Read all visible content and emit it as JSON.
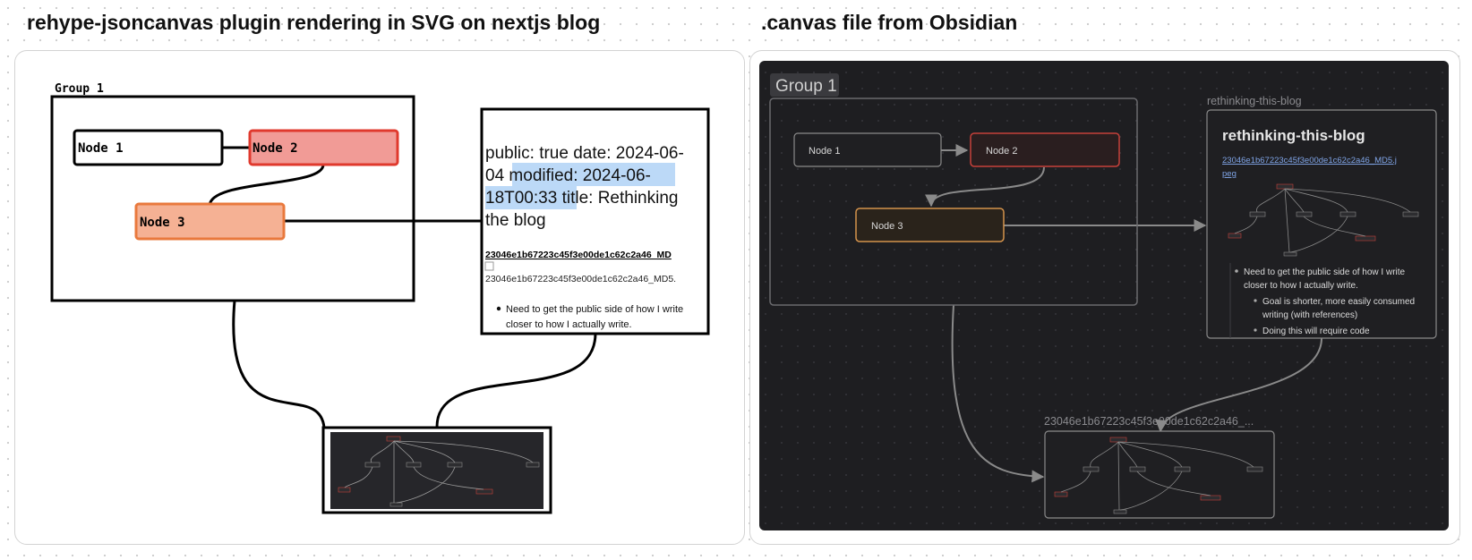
{
  "headings": {
    "left": "rehype-jsoncanvas plugin rendering in SVG on nextjs blog",
    "right": ".canvas file from Obsidian"
  },
  "left_diagram": {
    "group_label": "Group 1",
    "node1": "Node 1",
    "node2": "Node 2",
    "node3": "Node 3",
    "note": {
      "line1": "public: true date: 2024-06-",
      "line2_plain": "04 ",
      "line2_hl": "modified: 2024-06-",
      "line3_hl": "18T00:33 ti",
      "line3_plain": "tle: Rethinking",
      "line4": "the blog",
      "link": "23046e1b67223c45f3e00de1c62c2a46_MD",
      "img_alt": "23046e1b67223c45f3e00de1c62c2a46_MD5.",
      "bullet1": "Need to get the public side of how I write",
      "bullet1_cont": "closer to how I actually write."
    },
    "colors": {
      "node2_fill": "#f19b96",
      "node2_border": "#e0392d",
      "node3_fill": "#f5b194",
      "node3_border": "#e9793d",
      "highlight": "#bcd9f7"
    }
  },
  "right_diagram": {
    "group_label": "Group 1",
    "node1": "Node 1",
    "node2": "Node 2",
    "node3": "Node 3",
    "file_node_label": "rethinking-this-blog",
    "file_title": "rethinking-this-blog",
    "file_link": "23046e1b67223c45f3e00de1c62c2a46_MD5.j",
    "file_link2": "peg",
    "bullet1": "Need to get the public side of how I write",
    "bullet1_cont": "closer to how I actually write.",
    "bullet2": "Goal is shorter, more easily consumed",
    "bullet2_cont": "writing (with references)",
    "bullet3": "Doing this will require code",
    "image_node_label": "23046e1b67223c45f3e00de1c62c2a46_...",
    "colors": {
      "canvas_bg": "#1e1e21",
      "node2_border": "#c5403a",
      "node3_border": "#d4934c",
      "link": "#7fa4e6"
    }
  }
}
